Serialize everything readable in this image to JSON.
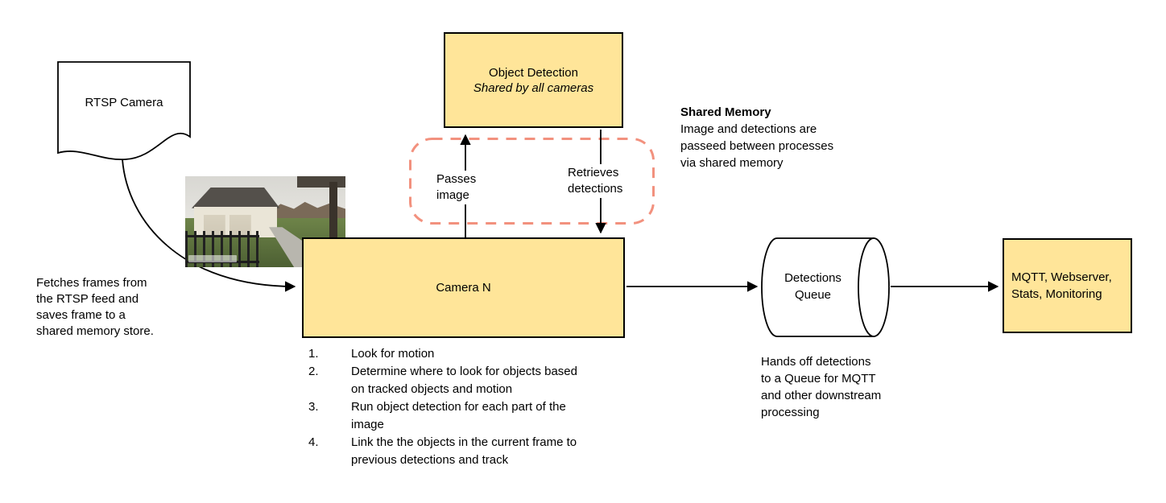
{
  "colors": {
    "node_fill": "#FFE599",
    "node_border": "#000000",
    "shared_memory_outline": "#F2917E",
    "arrow": "#000000",
    "background": "#FFFFFF"
  },
  "nodes": {
    "rtsp_camera": {
      "label": "RTSP Camera"
    },
    "object_detection": {
      "title": "Object Detection",
      "subtitle": "Shared by all cameras"
    },
    "camera_n": {
      "label": "Camera N"
    },
    "detections_queue": {
      "label": "Detections Queue"
    },
    "outputs": {
      "label": "MQTT, Webserver, Stats, Monitoring"
    }
  },
  "edges": {
    "passes_image": "Passes image",
    "retrieves_detections": "Retrieves detections"
  },
  "notes": {
    "fetch": "Fetches frames from the RTSP feed and saves frame to a shared memory store.",
    "shared_memory_title": "Shared Memory",
    "shared_memory_body": "Image and detections are passeed between processes via shared memory",
    "queue_handoff": "Hands off detections to a Queue for MQTT and other downstream processing"
  },
  "camera_steps": [
    {
      "num": "1.",
      "text": "Look for motion"
    },
    {
      "num": "2.",
      "text": "Determine where to look for objects based on tracked objects and motion"
    },
    {
      "num": "3.",
      "text": "Run object detection for each part of the image"
    },
    {
      "num": "4.",
      "text": "Link the the objects in the current frame to previous detections and track"
    }
  ]
}
